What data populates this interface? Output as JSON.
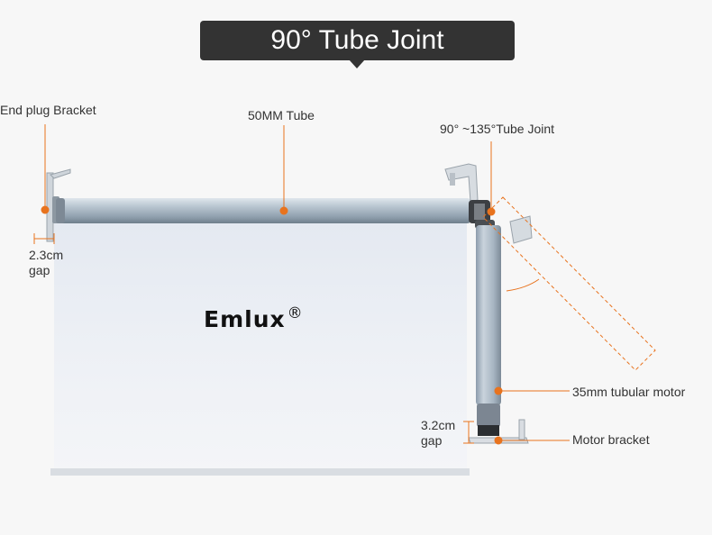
{
  "title": "90° Tube Joint",
  "labels": {
    "end_plug_bracket": "End plug Bracket",
    "tube_50mm": "50MM Tube",
    "tube_joint": "90° ~135°Tube Joint",
    "gap_left_value": "2.3cm",
    "gap_left_word": "gap",
    "motor_35mm": "35mm tubular motor",
    "gap_right_value": "3.2cm",
    "gap_right_word": "gap",
    "motor_bracket": "Motor bracket"
  },
  "brand": {
    "name": "Emlux",
    "mark": "®"
  },
  "colors": {
    "accent": "#e8731e",
    "title_bg": "#333333",
    "tube": "#a7b6c3",
    "fabric": "#e9edf4"
  },
  "icons": [
    "leader-dot",
    "angle-arc"
  ]
}
